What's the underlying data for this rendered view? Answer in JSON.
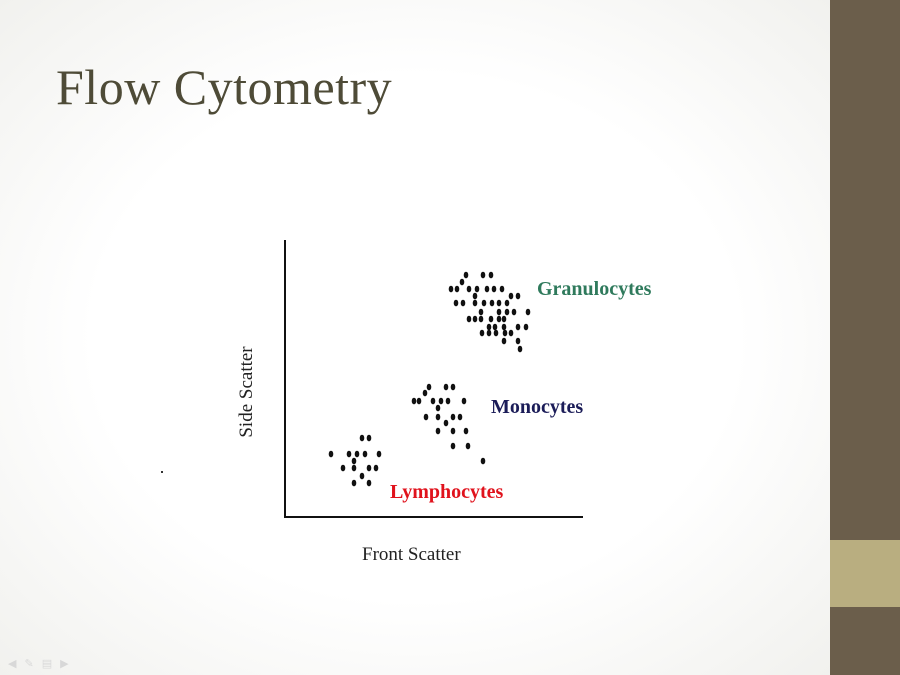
{
  "slide": {
    "title": "Flow Cytometry",
    "colors": {
      "sidebar": "#6b5e4b",
      "sidebar_block": "#b9ae80",
      "title": "#4e4b37"
    }
  },
  "chart_data": {
    "type": "scatter",
    "title": "",
    "xlabel": "Front Scatter",
    "ylabel": "Side Scatter",
    "xlim": [
      0,
      300
    ],
    "ylim": [
      0,
      280
    ],
    "grid": false,
    "legend": "none",
    "series": [
      {
        "name": "Granulocytes",
        "label_color": "#2f7a5c",
        "points": [
          [
            181,
            242
          ],
          [
            198,
            242
          ],
          [
            206,
            242
          ],
          [
            177,
            235
          ],
          [
            166,
            228
          ],
          [
            172,
            228
          ],
          [
            184,
            228
          ],
          [
            192,
            228
          ],
          [
            202,
            228
          ],
          [
            209,
            228
          ],
          [
            217,
            228
          ],
          [
            190,
            221
          ],
          [
            226,
            221
          ],
          [
            233,
            221
          ],
          [
            171,
            214
          ],
          [
            178,
            214
          ],
          [
            190,
            214
          ],
          [
            199,
            214
          ],
          [
            207,
            214
          ],
          [
            214,
            214
          ],
          [
            222,
            214
          ],
          [
            196,
            205
          ],
          [
            214,
            205
          ],
          [
            222,
            205
          ],
          [
            229,
            205
          ],
          [
            243,
            205
          ],
          [
            184,
            198
          ],
          [
            190,
            198
          ],
          [
            196,
            198
          ],
          [
            206,
            198
          ],
          [
            214,
            198
          ],
          [
            219,
            198
          ],
          [
            204,
            190
          ],
          [
            210,
            190
          ],
          [
            219,
            190
          ],
          [
            233,
            190
          ],
          [
            241,
            190
          ],
          [
            197,
            184
          ],
          [
            204,
            184
          ],
          [
            211,
            184
          ],
          [
            220,
            184
          ],
          [
            226,
            184
          ],
          [
            219,
            176
          ],
          [
            233,
            176
          ],
          [
            235,
            168
          ]
        ]
      },
      {
        "name": "Monocytes",
        "label_color": "#1b1c58",
        "points": [
          [
            144,
            130
          ],
          [
            161,
            130
          ],
          [
            168,
            130
          ],
          [
            140,
            124
          ],
          [
            129,
            116
          ],
          [
            134,
            116
          ],
          [
            148,
            116
          ],
          [
            156,
            116
          ],
          [
            163,
            116
          ],
          [
            179,
            116
          ],
          [
            153,
            109
          ],
          [
            141,
            100
          ],
          [
            153,
            100
          ],
          [
            168,
            100
          ],
          [
            175,
            100
          ],
          [
            161,
            94
          ],
          [
            153,
            86
          ],
          [
            168,
            86
          ],
          [
            181,
            86
          ],
          [
            168,
            71
          ],
          [
            183,
            71
          ],
          [
            198,
            56
          ]
        ]
      },
      {
        "name": "Lymphocytes",
        "label_color": "#e0121c",
        "points": [
          [
            77,
            79
          ],
          [
            84,
            79
          ],
          [
            46,
            63
          ],
          [
            64,
            63
          ],
          [
            72,
            63
          ],
          [
            80,
            63
          ],
          [
            94,
            63
          ],
          [
            69,
            56
          ],
          [
            58,
            49
          ],
          [
            69,
            49
          ],
          [
            84,
            49
          ],
          [
            91,
            49
          ],
          [
            77,
            41
          ],
          [
            69,
            34
          ],
          [
            84,
            34
          ]
        ]
      }
    ]
  }
}
